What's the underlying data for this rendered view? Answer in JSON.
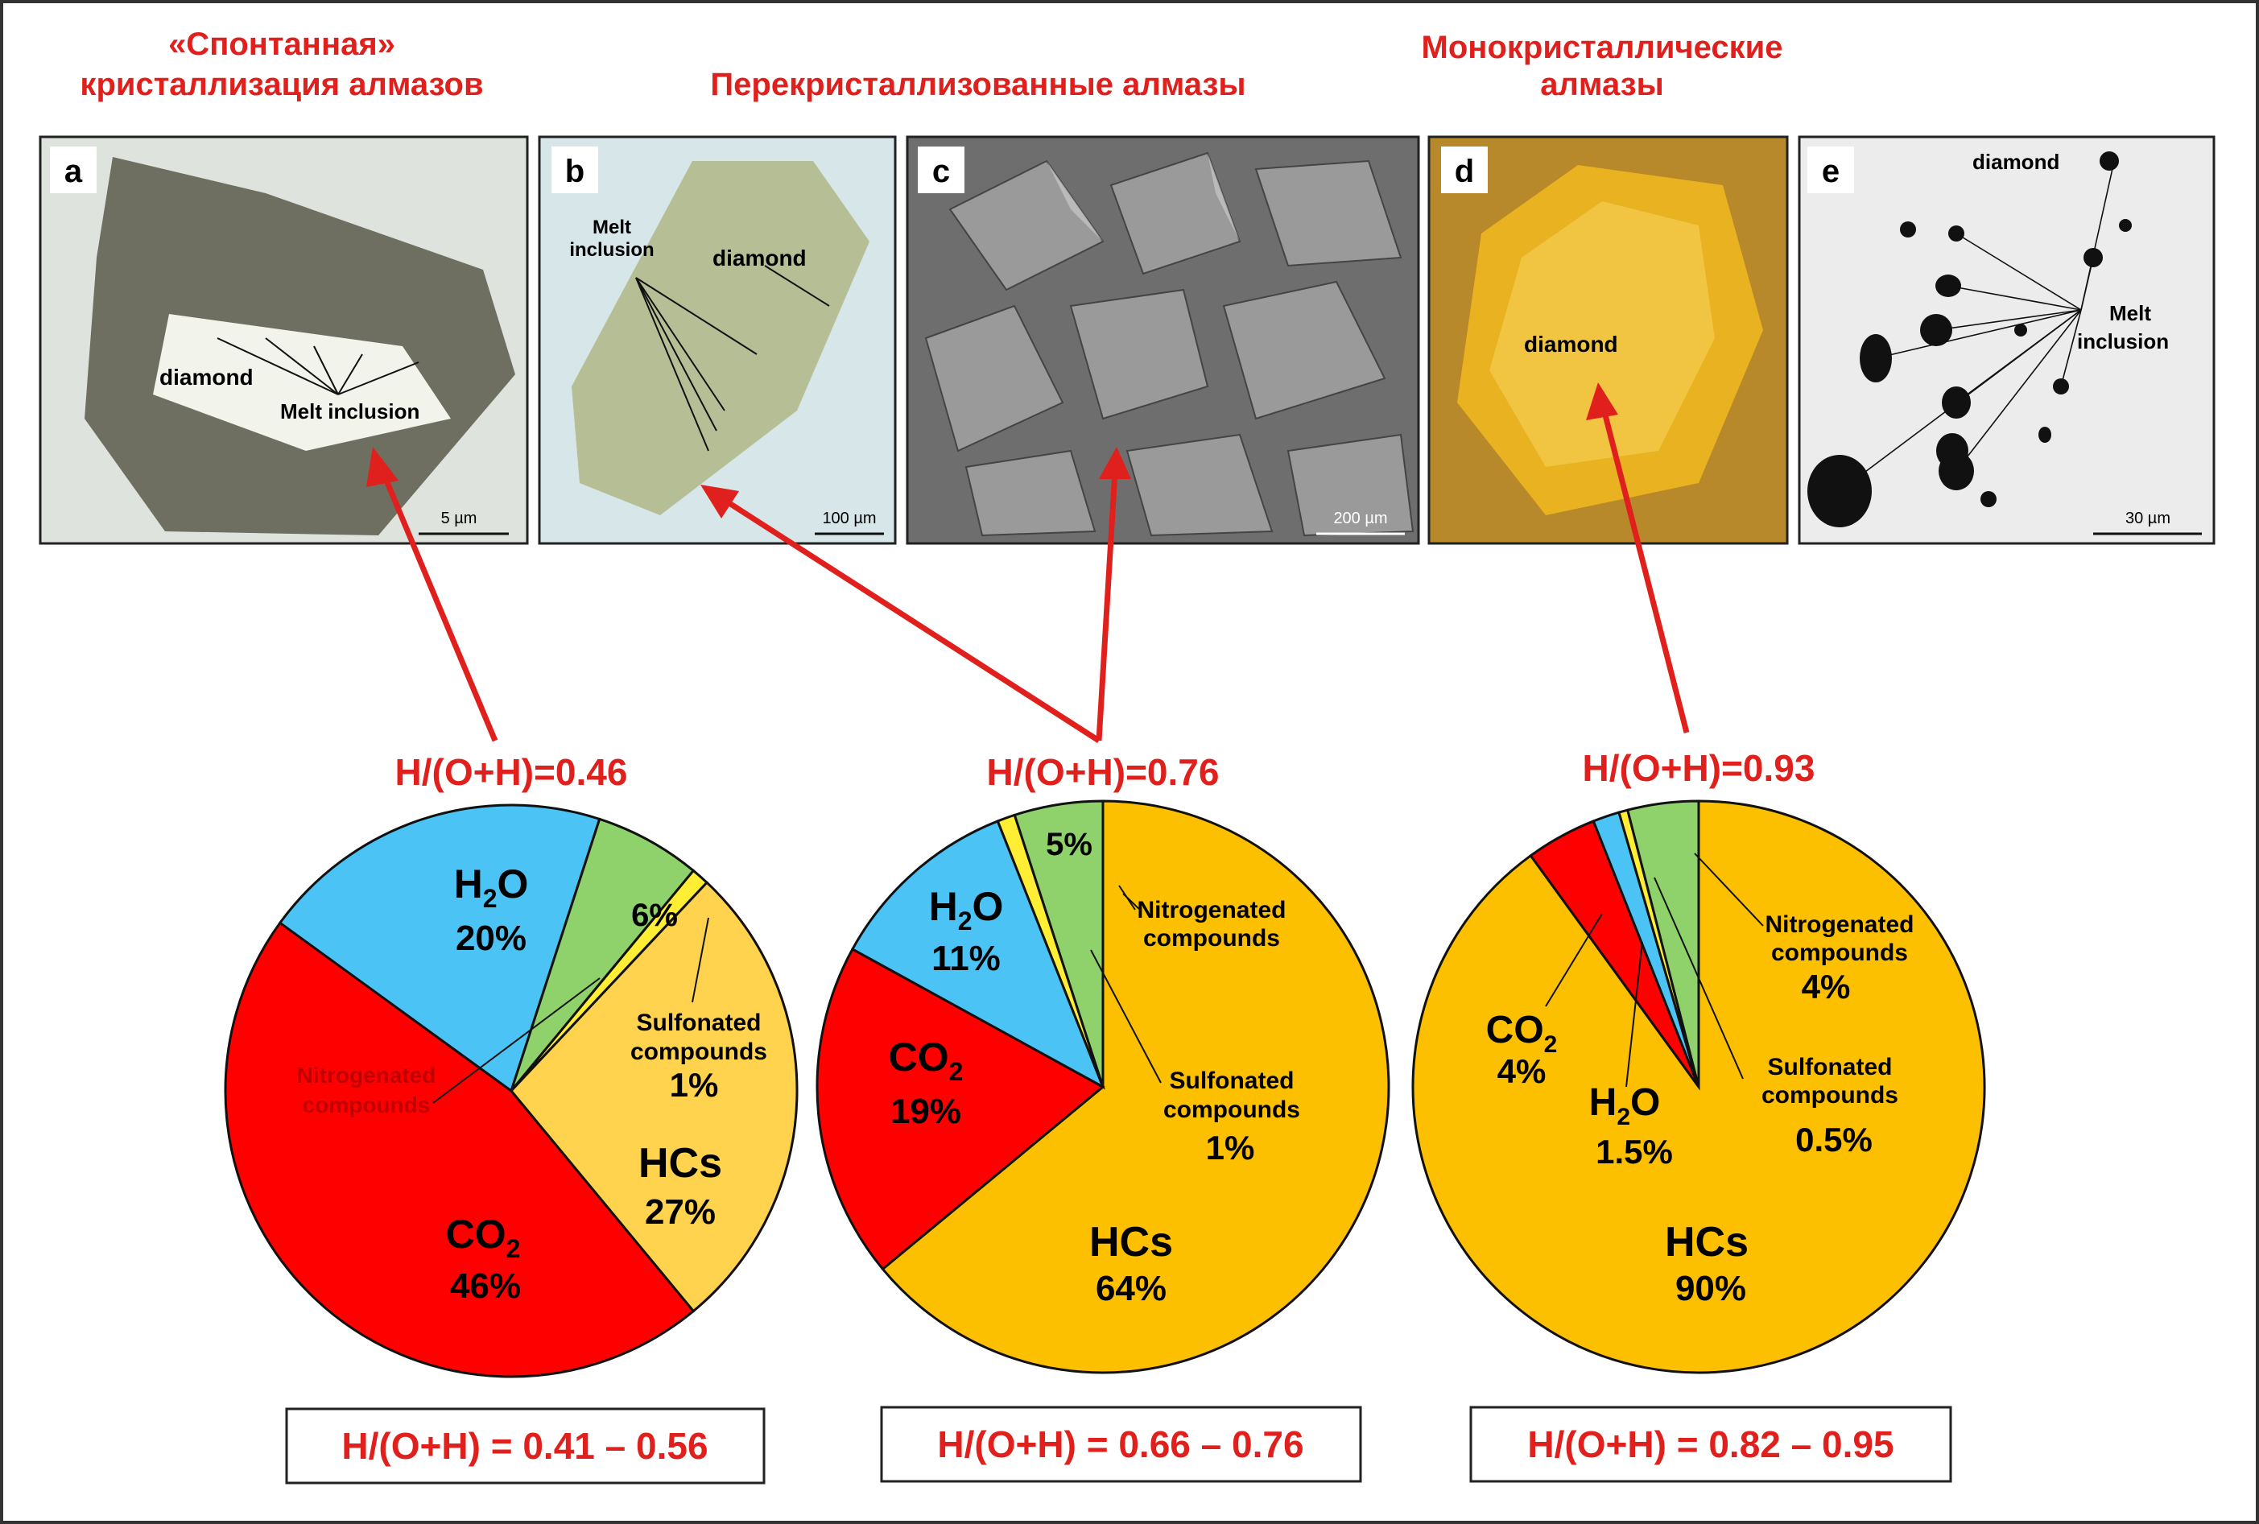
{
  "headers": [
    {
      "line1": "«Спонтанная»",
      "line2": "кристаллизация алмазов"
    },
    {
      "line1": "Перекристаллизованные алмазы",
      "line2": ""
    },
    {
      "line1": "Монокристаллические",
      "line2": "алмазы"
    }
  ],
  "panels": [
    {
      "letter": "a",
      "labels": [
        "diamond",
        "Melt inclusion"
      ],
      "scale": "5 µm",
      "tone": "#8a8f7a"
    },
    {
      "letter": "b",
      "labels": [
        "Melt",
        "inclusion",
        "diamond"
      ],
      "scale": "100 µm",
      "tone": "#a6b49a"
    },
    {
      "letter": "c",
      "labels": [],
      "scale": "200 µm",
      "tone": "#6e6e6e"
    },
    {
      "letter": "d",
      "labels": [
        "diamond"
      ],
      "scale": "",
      "tone": "#d9a21a"
    },
    {
      "letter": "e",
      "labels": [
        "diamond",
        "Melt",
        "inclusion"
      ],
      "scale": "30 µm",
      "tone": "#e4e4e4"
    }
  ],
  "colors": {
    "accent": "#e0201c",
    "co2": "#ff0000",
    "h2o": "#4cc3f5",
    "n": "#8fd16b",
    "s": "#ffee33",
    "hc": "#fdc000",
    "hc_light": "#ffd34d"
  },
  "chart_data": [
    {
      "type": "pie",
      "title": "H/(O+H)=0.46",
      "range_label": "H/(O+H) = 0.41 – 0.56",
      "slices": [
        {
          "key": "h2o",
          "label": "H₂O",
          "value": 20
        },
        {
          "key": "n",
          "label": "Nitrogenated compounds",
          "value": 6
        },
        {
          "key": "s",
          "label": "Sulfonated compounds",
          "value": 1
        },
        {
          "key": "hc",
          "label": "HCs",
          "value": 27
        },
        {
          "key": "co2",
          "label": "CO₂",
          "value": 46
        }
      ]
    },
    {
      "type": "pie",
      "title": "H/(O+H)=0.76",
      "range_label": "H/(O+H) = 0.66 – 0.76",
      "slices": [
        {
          "key": "hc",
          "label": "HCs",
          "value": 64
        },
        {
          "key": "co2",
          "label": "CO₂",
          "value": 19
        },
        {
          "key": "h2o",
          "label": "H₂O",
          "value": 11
        },
        {
          "key": "s",
          "label": "Sulfonated compounds",
          "value": 1
        },
        {
          "key": "n",
          "label": "Nitrogenated compounds",
          "value": 5
        }
      ]
    },
    {
      "type": "pie",
      "title": "H/(O+H)=0.93",
      "range_label": "H/(O+H) = 0.82 – 0.95",
      "slices": [
        {
          "key": "hc",
          "label": "HCs",
          "value": 90
        },
        {
          "key": "co2",
          "label": "CO₂",
          "value": 4
        },
        {
          "key": "h2o",
          "label": "H₂O",
          "value": 1.5
        },
        {
          "key": "s",
          "label": "Sulfonated compounds",
          "value": 0.5
        },
        {
          "key": "n",
          "label": "Nitrogenated compounds",
          "value": 4
        }
      ]
    }
  ],
  "labels": {
    "nitrogenated": [
      "Nitrogenated",
      "compounds"
    ],
    "sulfonated": [
      "Sulfonated",
      "compounds"
    ],
    "pie1": {
      "h2o": "20%",
      "n": "6%",
      "s": "1%",
      "hc_name": "HCs",
      "hc": "27%",
      "co2": "46%"
    },
    "pie2": {
      "n": "5%",
      "h2o": "11%",
      "co2": "19%",
      "s": "1%",
      "hc_name": "HCs",
      "hc": "64%"
    },
    "pie3": {
      "co2": "4%",
      "h2o": "1.5%",
      "n": "4%",
      "s": "0.5%",
      "hc_name": "HCs",
      "hc": "90%"
    }
  }
}
